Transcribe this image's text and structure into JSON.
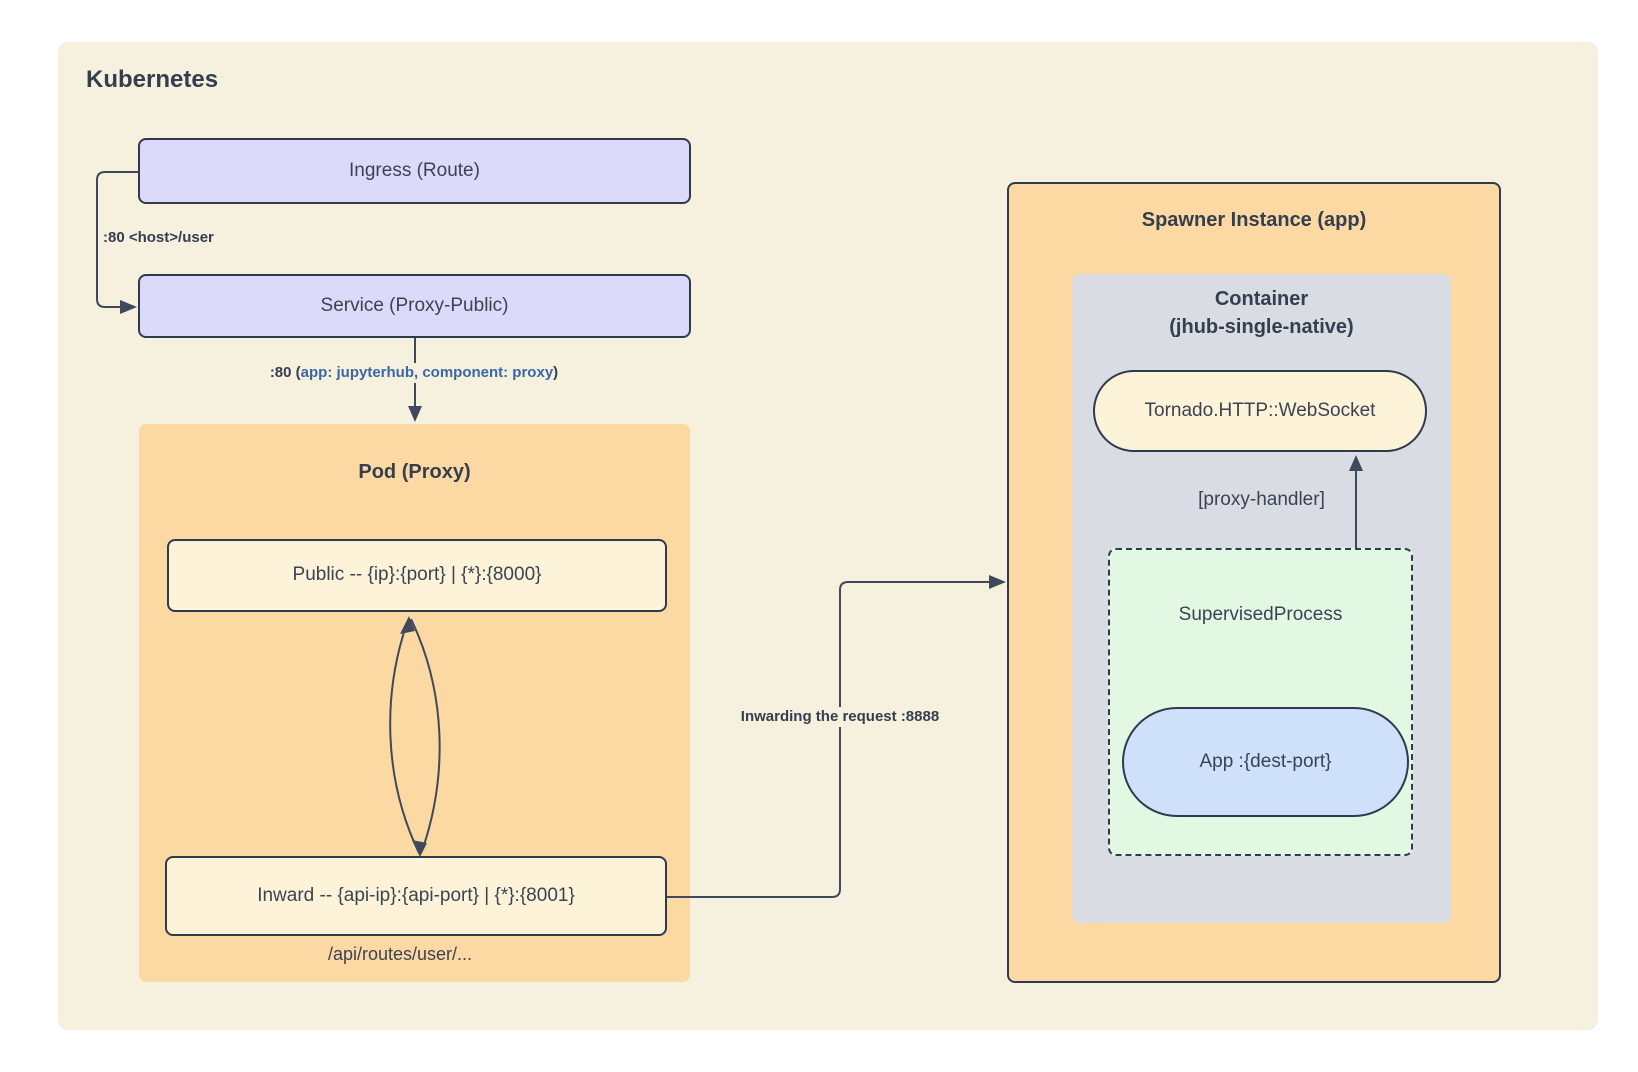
{
  "diagram": {
    "title": "Kubernetes",
    "nodes": {
      "ingress": {
        "label": "Ingress (Route)"
      },
      "service": {
        "label": "Service (Proxy-Public)"
      },
      "pod": {
        "title": "Pod (Proxy)",
        "public": {
          "label": "Public -- {ip}:{port} | {*}:{8000}"
        },
        "inward": {
          "label": "Inward -- {api-ip}:{api-port} | {*}:{8001}"
        },
        "routes_note": "/api/routes/user/..."
      },
      "spawner": {
        "title": "Spawner Instance (app)",
        "container": {
          "title_line1": "Container",
          "title_line2": "(jhub-single-native)",
          "websocket": {
            "label": "Tornado.HTTP::WebSocket"
          },
          "proxy_handler_label": "[proxy-handler]",
          "supervised": {
            "title": "SupervisedProcess",
            "app": {
              "label": "App :{dest-port}"
            }
          }
        }
      }
    },
    "edges": {
      "ingress_to_service": ":80 <host>/user",
      "service_to_pod": {
        "prefix": ":80 (",
        "highlight": "app: jupyterhub, component: proxy",
        "suffix": ")"
      },
      "inward_to_spawner": "Inwarding the request :8888"
    }
  },
  "colors": {
    "page_bg": "#ffffff",
    "canvas_bg": "#f6f1de",
    "lavender": "#dcdafa",
    "orange": "#fcd9a2",
    "inner_cream": "#fdf3d8",
    "gray": "#d9dce3",
    "green": "#e2f8e3",
    "blue": "#cfe1fa",
    "border": "#2f3a4d",
    "arrow": "#40495c",
    "text": "#3b4353",
    "title": "#343e4e",
    "blue_text": "#3a67a5"
  }
}
